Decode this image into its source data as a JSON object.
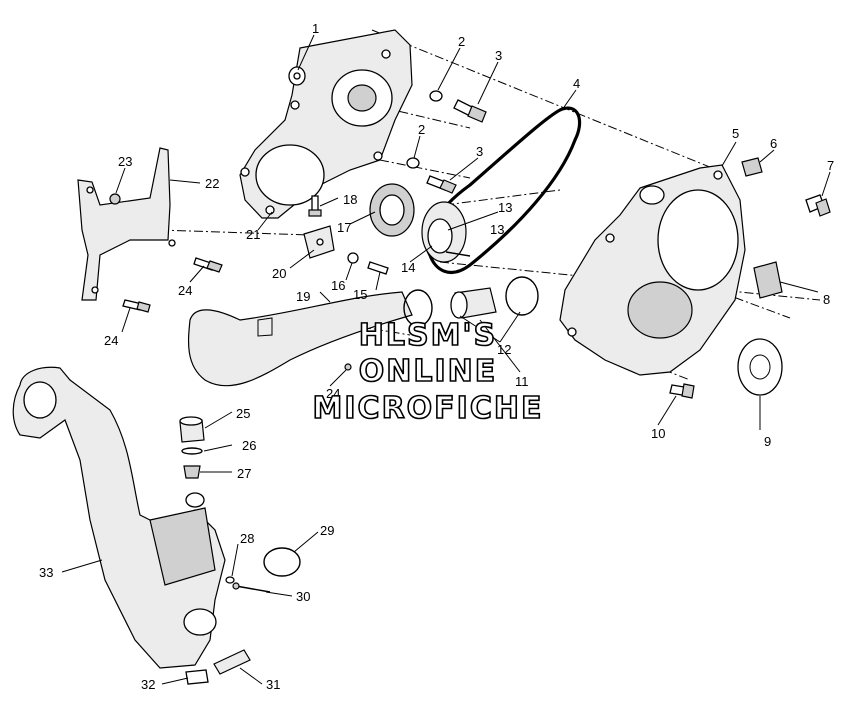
{
  "watermark": {
    "line1": "HLSM'S",
    "line2": "ONLINE",
    "line3": "MICROFICHE"
  },
  "labels": {
    "l1": "1",
    "l2a": "2",
    "l2b": "2",
    "l3a": "3",
    "l3b": "3",
    "l4": "4",
    "l5": "5",
    "l6": "6",
    "l7": "7",
    "l8": "8",
    "l9": "9",
    "l10": "10",
    "l11": "11",
    "l12": "12",
    "l13a": "13",
    "l13b": "13",
    "l14": "14",
    "l15": "15",
    "l16": "16",
    "l17": "17",
    "l18": "18",
    "l19": "19",
    "l20": "20",
    "l21": "21",
    "l22": "22",
    "l23": "23",
    "l24a": "24",
    "l24b": "24",
    "l24c": "24",
    "l25": "25",
    "l26": "26",
    "l27": "27",
    "l28": "28",
    "l29": "29",
    "l30": "30",
    "l31": "31",
    "l32": "32",
    "l33": "33"
  }
}
